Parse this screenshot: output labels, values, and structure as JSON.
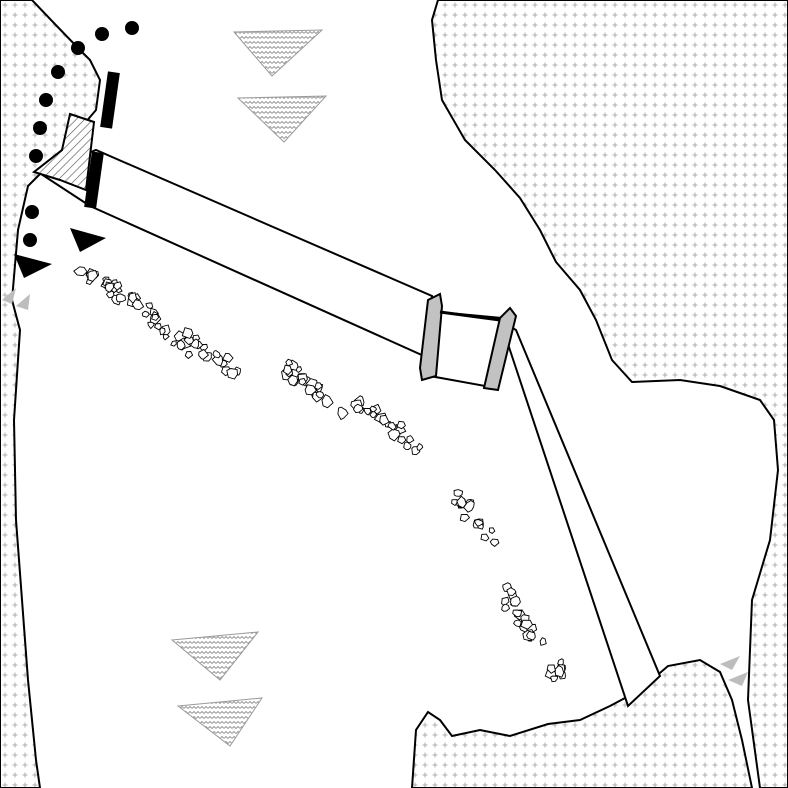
{
  "map": {
    "colors": {
      "background": "#ffffff",
      "terrain_pattern": "#a6a6a6",
      "outline": "#000000",
      "hatch_fill": "#c2c2c2",
      "hatch_line": "#8c8c8c",
      "grey_marker": "#bdbdbd",
      "unit_marker": "#000000"
    },
    "features": [
      "river-channel",
      "river-bank-left",
      "river-bank-right",
      "river-bank-bottom",
      "bridge-upper-span",
      "bridge-lower-span",
      "bridge-pier-left",
      "bridge-pier-right",
      "bridge-abutment-hatched",
      "bridge-abutment-black-bars",
      "unit-marker-dots-trail",
      "unit-marker-arrowheads",
      "grey-arrowhead-pairs",
      "hatched-triangle-markers",
      "rubble-clusters"
    ],
    "icons": {
      "unit_dot": "filled-circle",
      "unit_direction": "filled-arrowhead",
      "obstacle": "hatched-triangle",
      "rubble": "rock-cluster",
      "grey_pointer": "grey-arrowhead"
    }
  }
}
